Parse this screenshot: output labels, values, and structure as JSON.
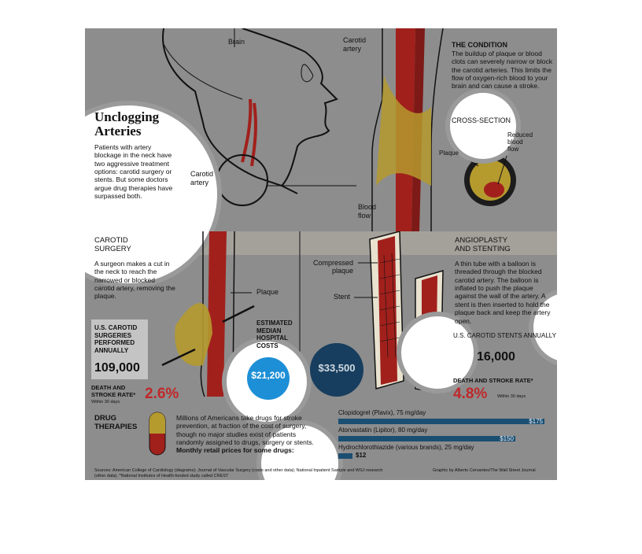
{
  "header": {
    "title_line1": "Unclogging",
    "title_line2": "Arteries",
    "intro": "Patients with artery blockage in the neck have two aggressive treatment options: carotid surgery or stents. But some doctors argue drug therapies have surpassed both."
  },
  "labels": {
    "brain": "Brain",
    "carotid_artery_top": "Carotid\nartery",
    "carotid_artery_neck": "Carotid\nartery",
    "blood_flow": "Blood\nflow",
    "cross_section": "CROSS-SECTION",
    "plaque_cross": "Plaque",
    "reduced_blood_flow": "Reduced\nblood\nflow",
    "plaque_surgery": "Plaque",
    "compressed_plaque": "Compressed\nplaque",
    "stent": "Stent"
  },
  "condition": {
    "heading": "THE CONDITION",
    "text": "The buildup of plaque or blood clots can severely narrow or block the carotid arteries. This limits the flow of oxygen-rich blood to your brain and can cause a stroke."
  },
  "surgery": {
    "heading_line1": "CAROTID",
    "heading_line2": "SURGERY",
    "text": "A surgeon makes a cut in the neck to reach the narrowed or blocked carotid artery, removing the plaque.",
    "annual_label": "U.S. CAROTID SURGERIES PERFORMED ANNUALLY",
    "annual_value": "109,000",
    "rate_label": "DEATH AND STROKE RATE*",
    "rate_note": "Within 30 days",
    "rate_value": "2.6%"
  },
  "costs": {
    "label": "ESTIMATED MEDIAN HOSPITAL COSTS",
    "surgery_cost": "$21,200",
    "stent_cost": "$33,500"
  },
  "stenting": {
    "heading_line1": "ANGIOPLASTY",
    "heading_line2": "AND STENTING",
    "text": "A thin tube with a balloon is threaded through the blocked carotid artery. The balloon is inflated to push the plaque against the wall of the artery. A stent is then inserted to hold the plaque back and keep the artery open.",
    "annual_label": "U.S. CAROTID STENTS ANNUALLY",
    "annual_value": "16,000",
    "rate_label": "DEATH AND STROKE RATE*",
    "rate_note": "Within 30 days",
    "rate_value": "4.8%"
  },
  "drugs": {
    "heading_line1": "DRUG",
    "heading_line2": "THERAPIES",
    "text": "Millions of Americans take drugs for stroke prevention, at fraction of the cost of surgery, though no major studies exist of patients randomly assigned to drugs, surgery or stents.",
    "text_bold": "Monthly retail prices for some drugs:",
    "items": [
      {
        "name": "Clopidogrel (Plavix), 75 mg/day",
        "price": "$175",
        "value": 175
      },
      {
        "name": "Atorvastatin (Lipitor), 80 mg/day",
        "price": "$150",
        "value": 150
      },
      {
        "name": "Hydrochlorothiazide (various brands), 25 mg/day",
        "price": "$12",
        "value": 12
      }
    ]
  },
  "footer": {
    "sources": "Sources: American College of Cardiology (diagrams); Journal of Vascular Surgery (costs and other data); National Inpatient Sample and WSJ research (other data). *National Institutes of Health-funded study called CREST",
    "credit": "Graphic by Alberto Cervantes/The Wall Street Journal"
  },
  "colors": {
    "background_dim": "#8d8d8d",
    "band": "#a3a19a",
    "artery_red": "#b3201e",
    "plaque_yellow": "#b59a2e",
    "cost_blue": "#1d8fd6",
    "cost_navy": "#173e5e",
    "rate_red": "#c0282a",
    "bar_navy": "#1b4f72"
  }
}
